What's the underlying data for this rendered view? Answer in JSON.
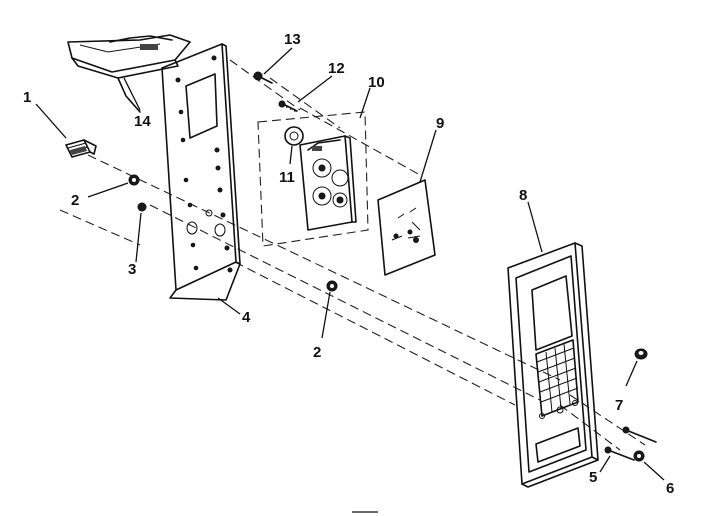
{
  "diagram": {
    "callouts": [
      {
        "id": "1",
        "text": "1"
      },
      {
        "id": "2a",
        "text": "2"
      },
      {
        "id": "2b",
        "text": "2"
      },
      {
        "id": "3",
        "text": "3"
      },
      {
        "id": "4",
        "text": "4"
      },
      {
        "id": "5",
        "text": "5"
      },
      {
        "id": "6",
        "text": "6"
      },
      {
        "id": "7",
        "text": "7"
      },
      {
        "id": "8",
        "text": "8"
      },
      {
        "id": "9",
        "text": "9"
      },
      {
        "id": "10",
        "text": "10"
      },
      {
        "id": "11",
        "text": "11"
      },
      {
        "id": "12",
        "text": "12"
      },
      {
        "id": "13",
        "text": "13"
      },
      {
        "id": "14",
        "text": "14"
      }
    ]
  }
}
